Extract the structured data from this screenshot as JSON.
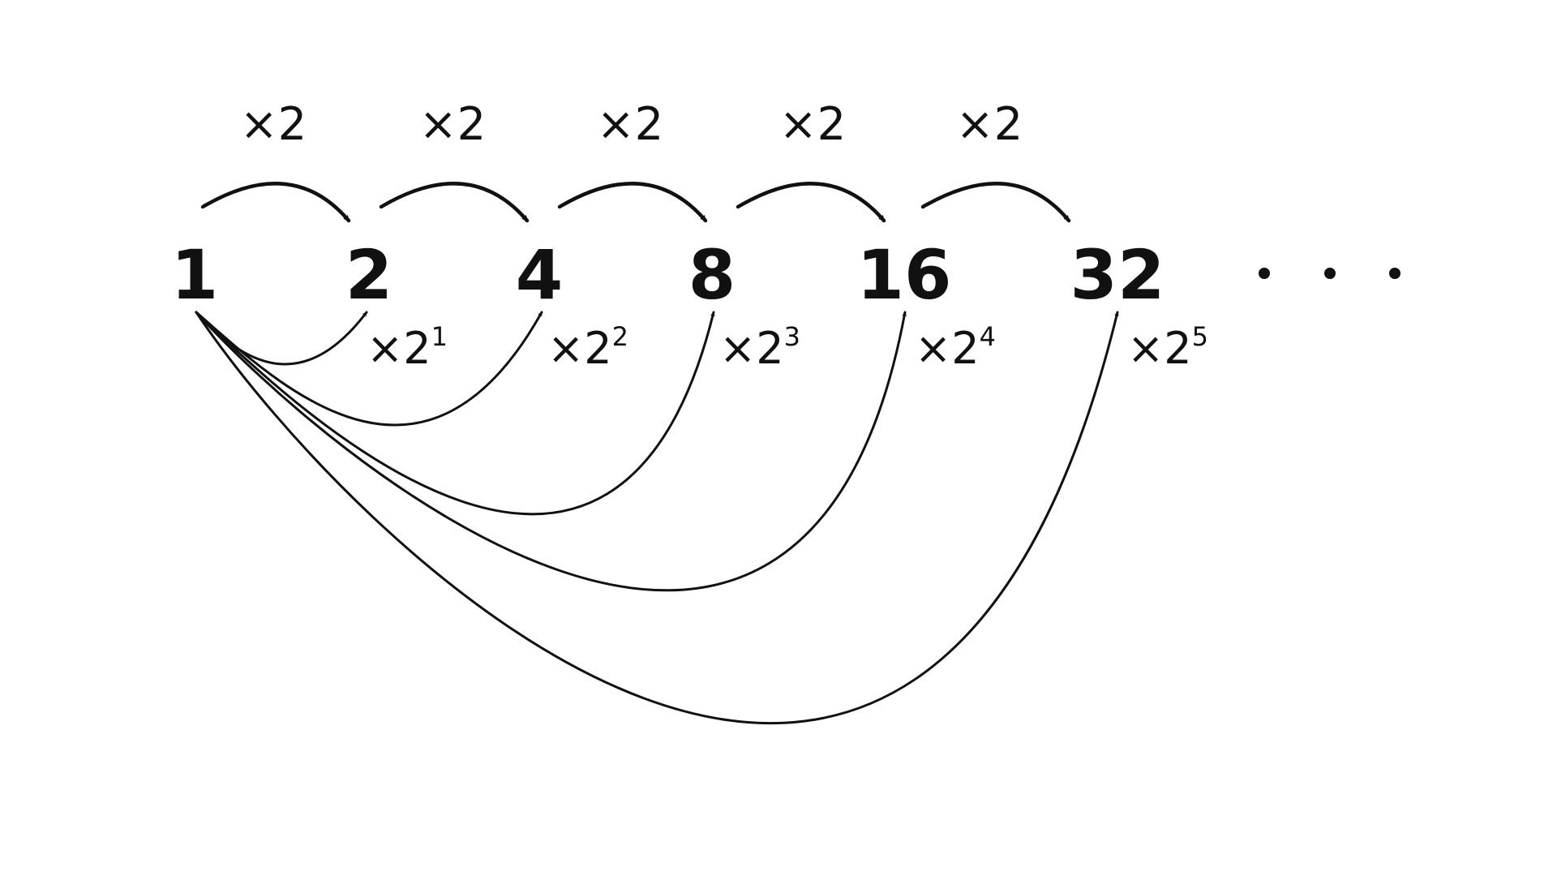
{
  "sequence": {
    "terms": [
      "1",
      "2",
      "4",
      "8",
      "16",
      "32"
    ],
    "ellipsis": ". . .",
    "step_multiplier": "×2",
    "step_labels": [
      "×2",
      "×2",
      "×2",
      "×2",
      "×2"
    ],
    "power_labels": [
      {
        "base": "×2",
        "exponent": "1"
      },
      {
        "base": "×2",
        "exponent": "2"
      },
      {
        "base": "×2",
        "exponent": "3"
      },
      {
        "base": "×2",
        "exponent": "4"
      },
      {
        "base": "×2",
        "exponent": "5"
      }
    ]
  },
  "colors": {
    "ink": "#111111",
    "background": "#ffffff"
  }
}
